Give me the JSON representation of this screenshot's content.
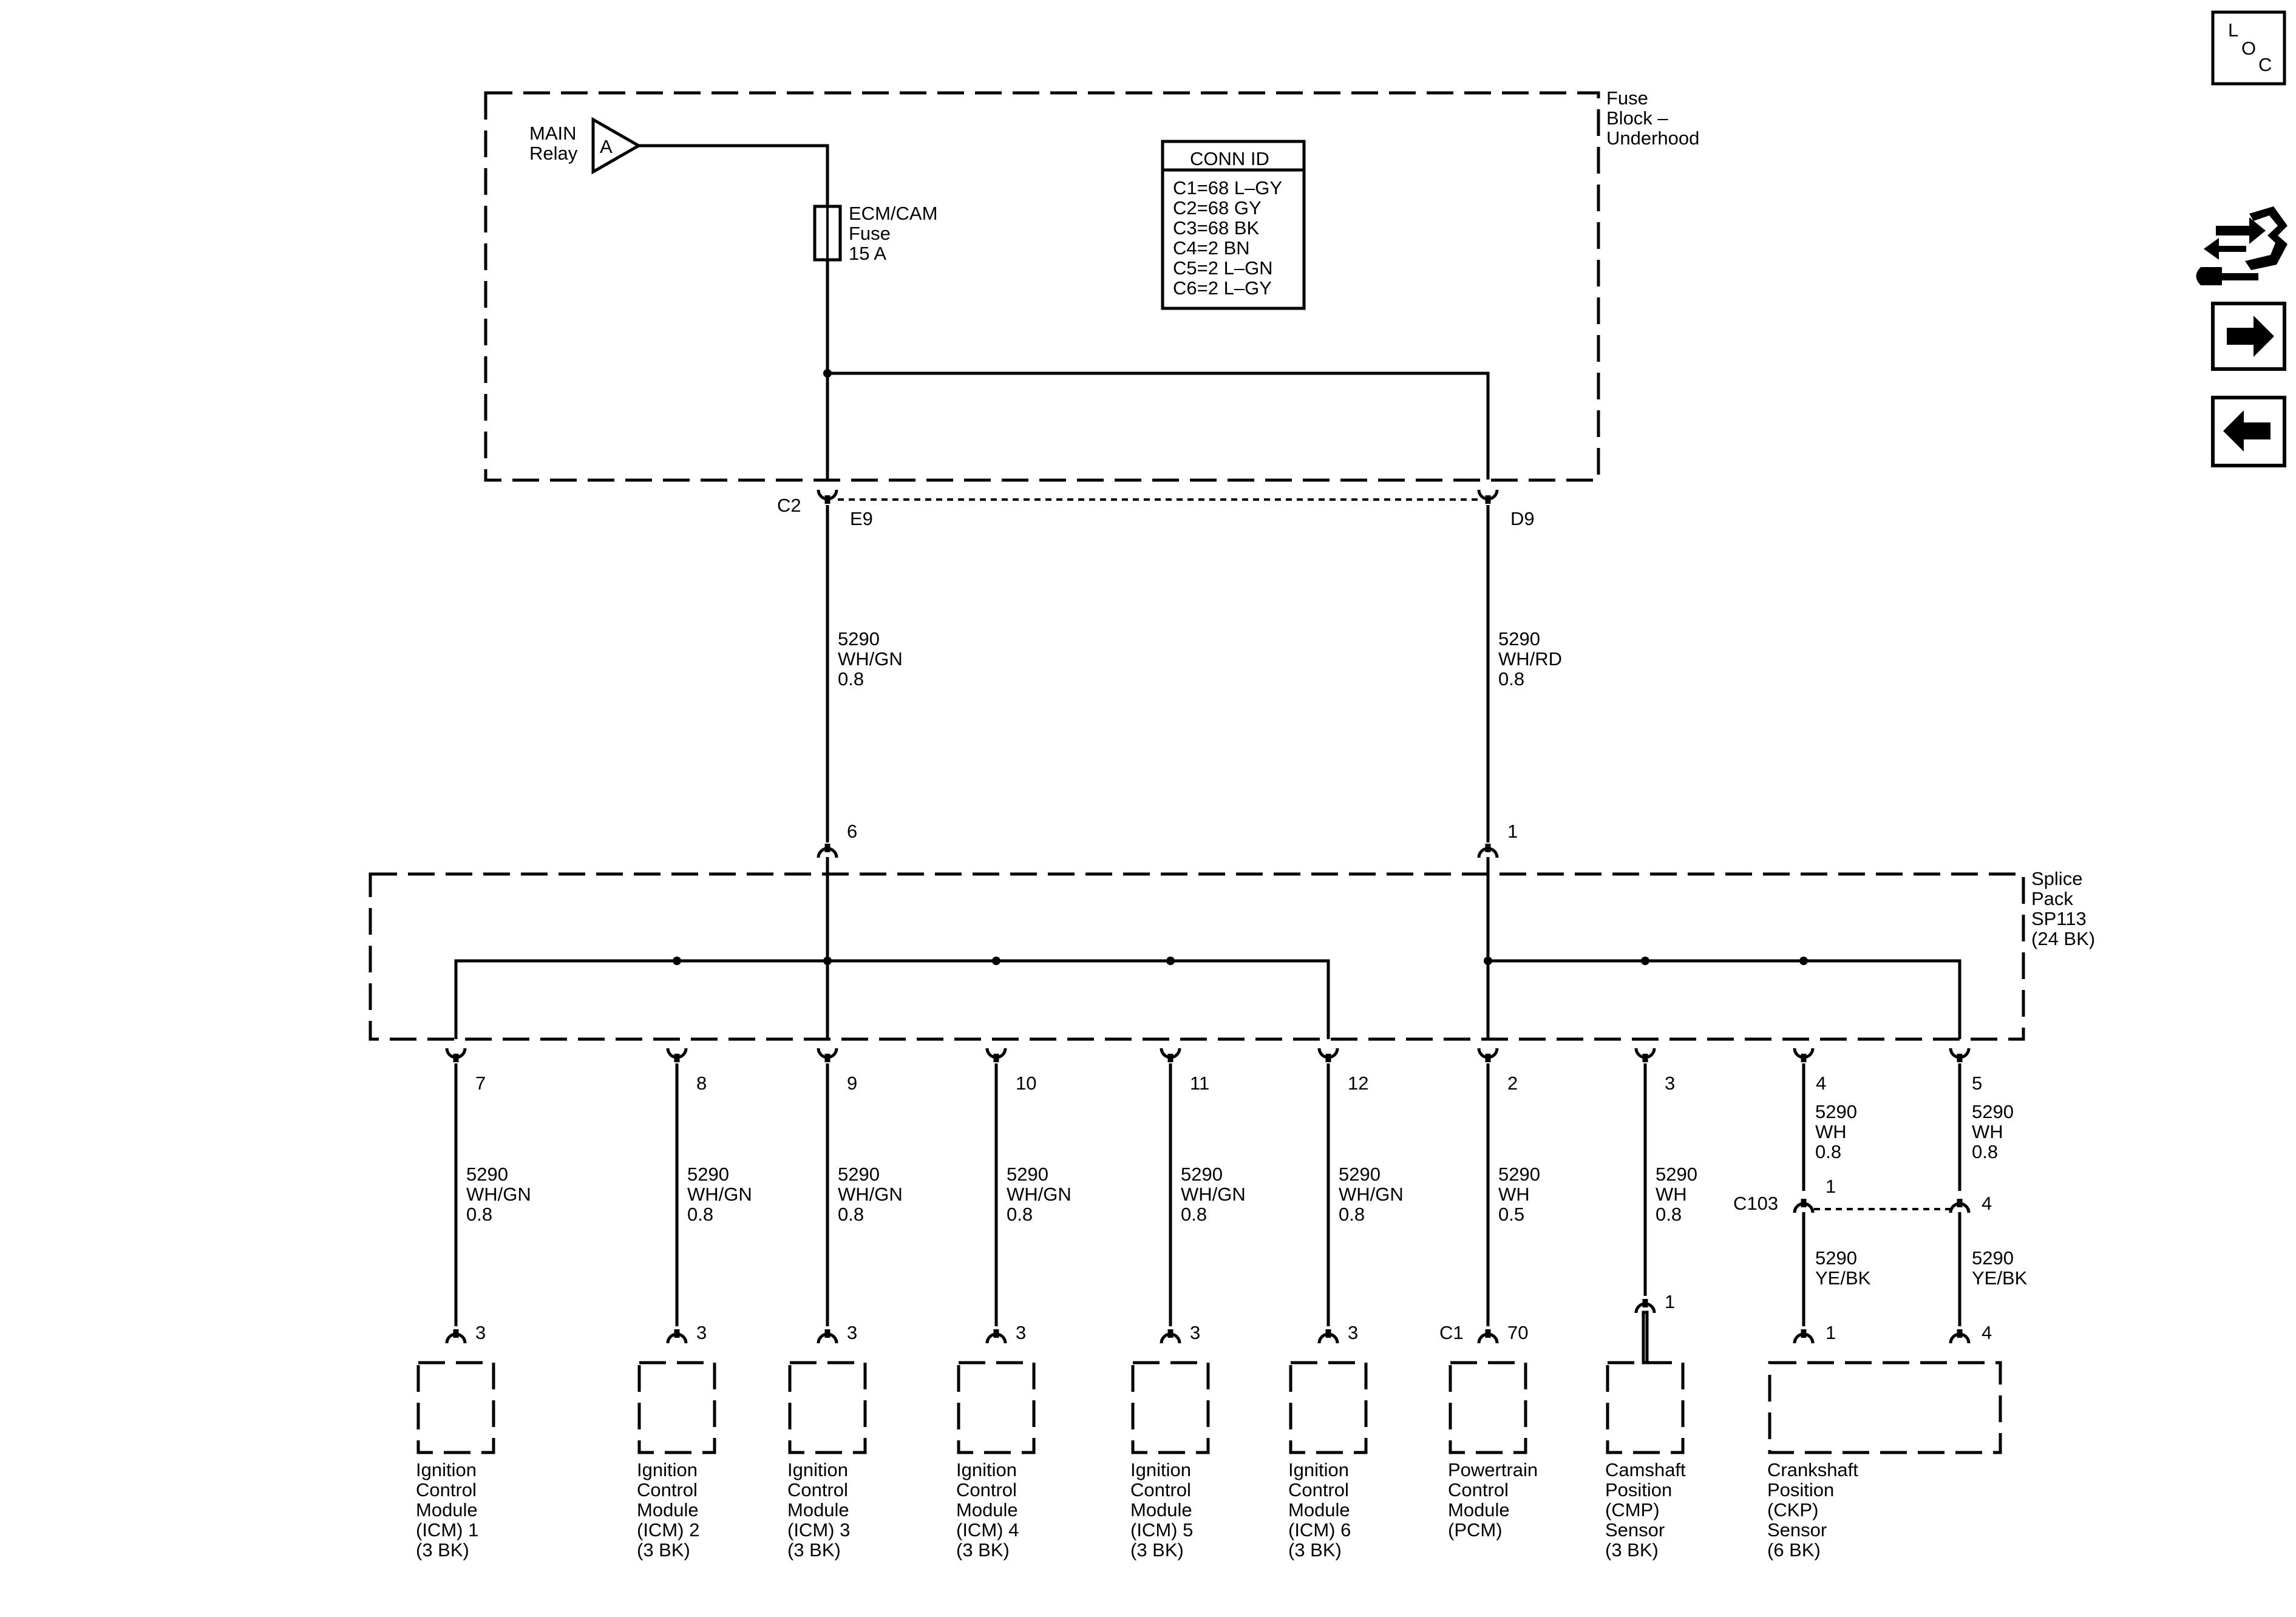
{
  "loc_icon": {
    "l": "L",
    "o": "O",
    "c": "C"
  },
  "nav": {
    "tool_icon": "wrench-arrows-icon",
    "next_icon": "arrow-right-icon",
    "prev_icon": "arrow-left-icon"
  },
  "main_relay": {
    "label1": "MAIN",
    "label2": "Relay",
    "letter": "A"
  },
  "fuse": {
    "line1": "ECM/CAM",
    "line2": "Fuse",
    "line3": "15 A"
  },
  "fuse_block": {
    "line1": "Fuse",
    "line2": "Block –",
    "line3": "Underhood"
  },
  "conn_id": {
    "title": "CONN ID",
    "rows": [
      "C1=68 L–GY",
      "C2=68 GY",
      "C3=68 BK",
      "C4=2 BN",
      "C5=2 L–GN",
      "C6=2 L–GY"
    ]
  },
  "fuse_block_connector": {
    "name": "C2",
    "pin_left": "E9",
    "pin_right": "D9"
  },
  "main_wires": {
    "left": {
      "circuit": "5290",
      "color": "WH/GN",
      "size": "0.8"
    },
    "right": {
      "circuit": "5290",
      "color": "WH/RD",
      "size": "0.8"
    }
  },
  "splice_in_pins": {
    "left": "6",
    "right": "1"
  },
  "splice_pack": {
    "line1": "Splice",
    "line2": "Pack",
    "line3": "SP113",
    "line4": "(24 BK)"
  },
  "branches": [
    {
      "pin": "7",
      "circuit": "5290",
      "color": "WH/GN",
      "size": "0.8",
      "dev_pin": "3",
      "device": [
        "Ignition",
        "Control",
        "Module",
        "(ICM) 1",
        "(3 BK)"
      ]
    },
    {
      "pin": "8",
      "circuit": "5290",
      "color": "WH/GN",
      "size": "0.8",
      "dev_pin": "3",
      "device": [
        "Ignition",
        "Control",
        "Module",
        "(ICM) 2",
        "(3 BK)"
      ]
    },
    {
      "pin": "9",
      "circuit": "5290",
      "color": "WH/GN",
      "size": "0.8",
      "dev_pin": "3",
      "device": [
        "Ignition",
        "Control",
        "Module",
        "(ICM) 3",
        "(3 BK)"
      ]
    },
    {
      "pin": "10",
      "circuit": "5290",
      "color": "WH/GN",
      "size": "0.8",
      "dev_pin": "3",
      "device": [
        "Ignition",
        "Control",
        "Module",
        "(ICM) 4",
        "(3 BK)"
      ]
    },
    {
      "pin": "11",
      "circuit": "5290",
      "color": "WH/GN",
      "size": "0.8",
      "dev_pin": "3",
      "device": [
        "Ignition",
        "Control",
        "Module",
        "(ICM) 5",
        "(3 BK)"
      ]
    },
    {
      "pin": "12",
      "circuit": "5290",
      "color": "WH/GN",
      "size": "0.8",
      "dev_pin": "3",
      "device": [
        "Ignition",
        "Control",
        "Module",
        "(ICM) 6",
        "(3 BK)"
      ]
    },
    {
      "pin": "2",
      "circuit": "5290",
      "color": "WH",
      "size": "0.5",
      "dev_pin": "70",
      "dev_conn": "C1",
      "device": [
        "Powertrain",
        "Control",
        "Module",
        "(PCM)"
      ]
    },
    {
      "pin": "3",
      "circuit": "5290",
      "color": "WH",
      "size": "0.8",
      "dev_pin": "1",
      "device": [
        "Camshaft",
        "Position",
        "(CMP)",
        "Sensor",
        "(3 BK)"
      ]
    }
  ],
  "ckp": {
    "pin_a": "4",
    "pin_b": "5",
    "wire_a_top": {
      "circuit": "5290",
      "color": "WH",
      "size": "0.8"
    },
    "wire_b_top": {
      "circuit": "5290",
      "color": "WH",
      "size": "0.8"
    },
    "c103": {
      "name": "C103",
      "pin_a": "1",
      "pin_b": "4"
    },
    "wire_a_bot": {
      "circuit": "5290",
      "color": "YE/BK"
    },
    "wire_b_bot": {
      "circuit": "5290",
      "color": "YE/BK"
    },
    "dev_pin_a": "1",
    "dev_pin_b": "4",
    "device": [
      "Crankshaft",
      "Position",
      "(CKP)",
      "Sensor",
      "(6 BK)"
    ]
  }
}
